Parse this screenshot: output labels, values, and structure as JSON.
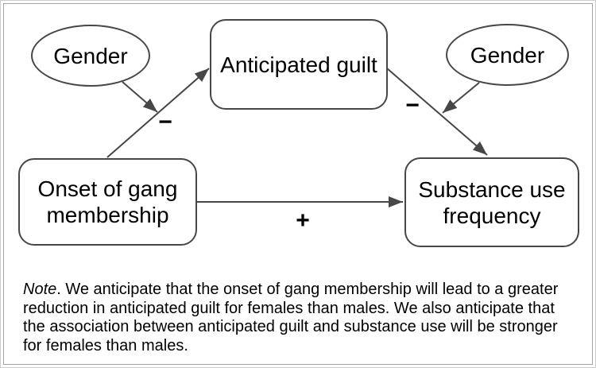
{
  "figure": {
    "background_color": "#ffffff",
    "frame_border_color": "#a3a3a3",
    "stroke_color": "#474747",
    "text_color": "#000000"
  },
  "diagram": {
    "nodes": {
      "gender_left": {
        "label": "Gender",
        "shape": "ellipse"
      },
      "anticipated_guilt": {
        "label": "Anticipated guilt",
        "shape": "rounded-rectangle"
      },
      "gender_right": {
        "label": "Gender",
        "shape": "ellipse"
      },
      "onset": {
        "label": "Onset of gang membership",
        "shape": "rounded-rectangle"
      },
      "substance": {
        "label": "Substance use frequency",
        "shape": "rounded-rectangle"
      }
    },
    "edges": [
      {
        "from": "onset",
        "to": "anticipated_guilt",
        "sign": "−"
      },
      {
        "from": "anticipated_guilt",
        "to": "substance",
        "sign": "−"
      },
      {
        "from": "onset",
        "to": "substance",
        "sign": "+"
      },
      {
        "from": "gender_left",
        "to": "path onset→anticipated_guilt",
        "sign": ""
      },
      {
        "from": "gender_right",
        "to": "path anticipated_guilt→substance",
        "sign": ""
      }
    ]
  },
  "note": {
    "label": "Note",
    "line1_rest": ". We anticipate that the onset of gang membership will lead to a greater",
    "lines": [
      "reduction in anticipated guilt for females than males. We also anticipate that",
      "the association between anticipated guilt and substance use will be stronger",
      "for females than males."
    ]
  }
}
